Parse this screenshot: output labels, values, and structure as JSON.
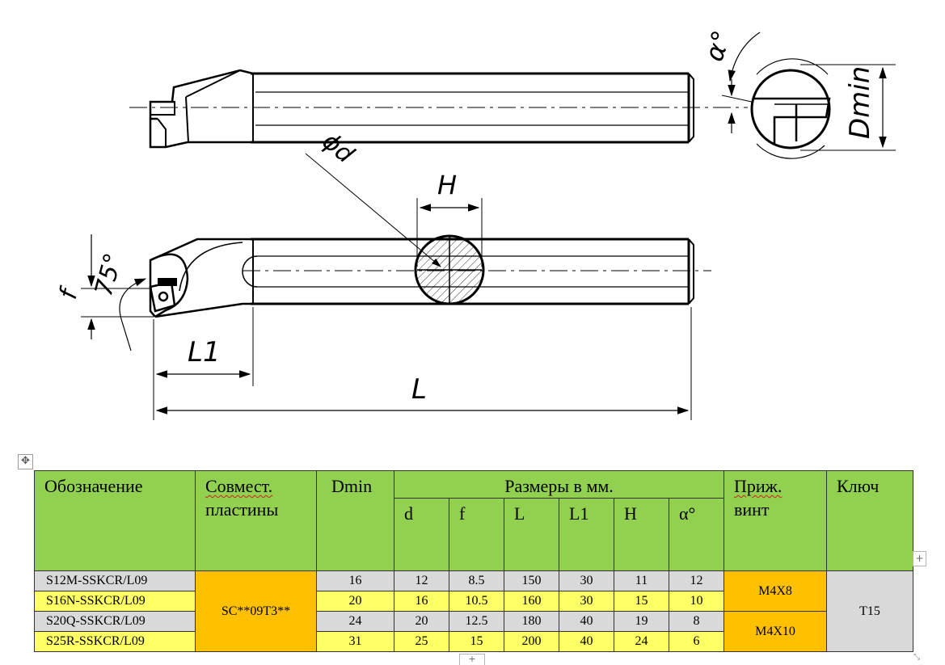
{
  "drawing": {
    "labels": {
      "alpha": "α°",
      "dmin": "Dmin",
      "phi_d": "ϕd",
      "h": "H",
      "angle": "75°",
      "f": "f",
      "l1": "L1",
      "l": "L"
    }
  },
  "table": {
    "headers": {
      "designation": "Обозначение",
      "inserts_line1": "Совмест.",
      "inserts_line2": "пластины",
      "dmin": "Dmin",
      "dimensions": "Размеры в мм.",
      "screw_line1": "Приж.",
      "screw_line2": "винт",
      "key": "Ключ"
    },
    "sub_headers": [
      "d",
      "f",
      "L",
      "L1",
      "H",
      "α°"
    ],
    "rows": [
      {
        "designation": "S12M-SSKCR/L09",
        "dmin": "16",
        "d": "12",
        "f": "8.5",
        "L": "150",
        "L1": "30",
        "H": "11",
        "alpha": "12"
      },
      {
        "designation": "S16N-SSKCR/L09",
        "dmin": "20",
        "d": "16",
        "f": "10.5",
        "L": "160",
        "L1": "30",
        "H": "15",
        "alpha": "10"
      },
      {
        "designation": "S20Q-SSKCR/L09",
        "dmin": "24",
        "d": "20",
        "f": "12.5",
        "L": "180",
        "L1": "40",
        "H": "19",
        "alpha": "8"
      },
      {
        "designation": "S25R-SSKCR/L09",
        "dmin": "31",
        "d": "25",
        "f": "15",
        "L": "200",
        "L1": "40",
        "H": "24",
        "alpha": "6"
      }
    ],
    "insert": "SC**09T3**",
    "screw_a": "M4X8",
    "screw_b": "M4X10",
    "key": "T15",
    "colors": {
      "header": "#92d050",
      "gray_row": "#d9d9d9",
      "yellow_row": "#ffff66",
      "merged": "#ffc000"
    }
  },
  "editor": {
    "move_icon": "move-handle-icon",
    "add_column": "+",
    "add_row": "+"
  }
}
